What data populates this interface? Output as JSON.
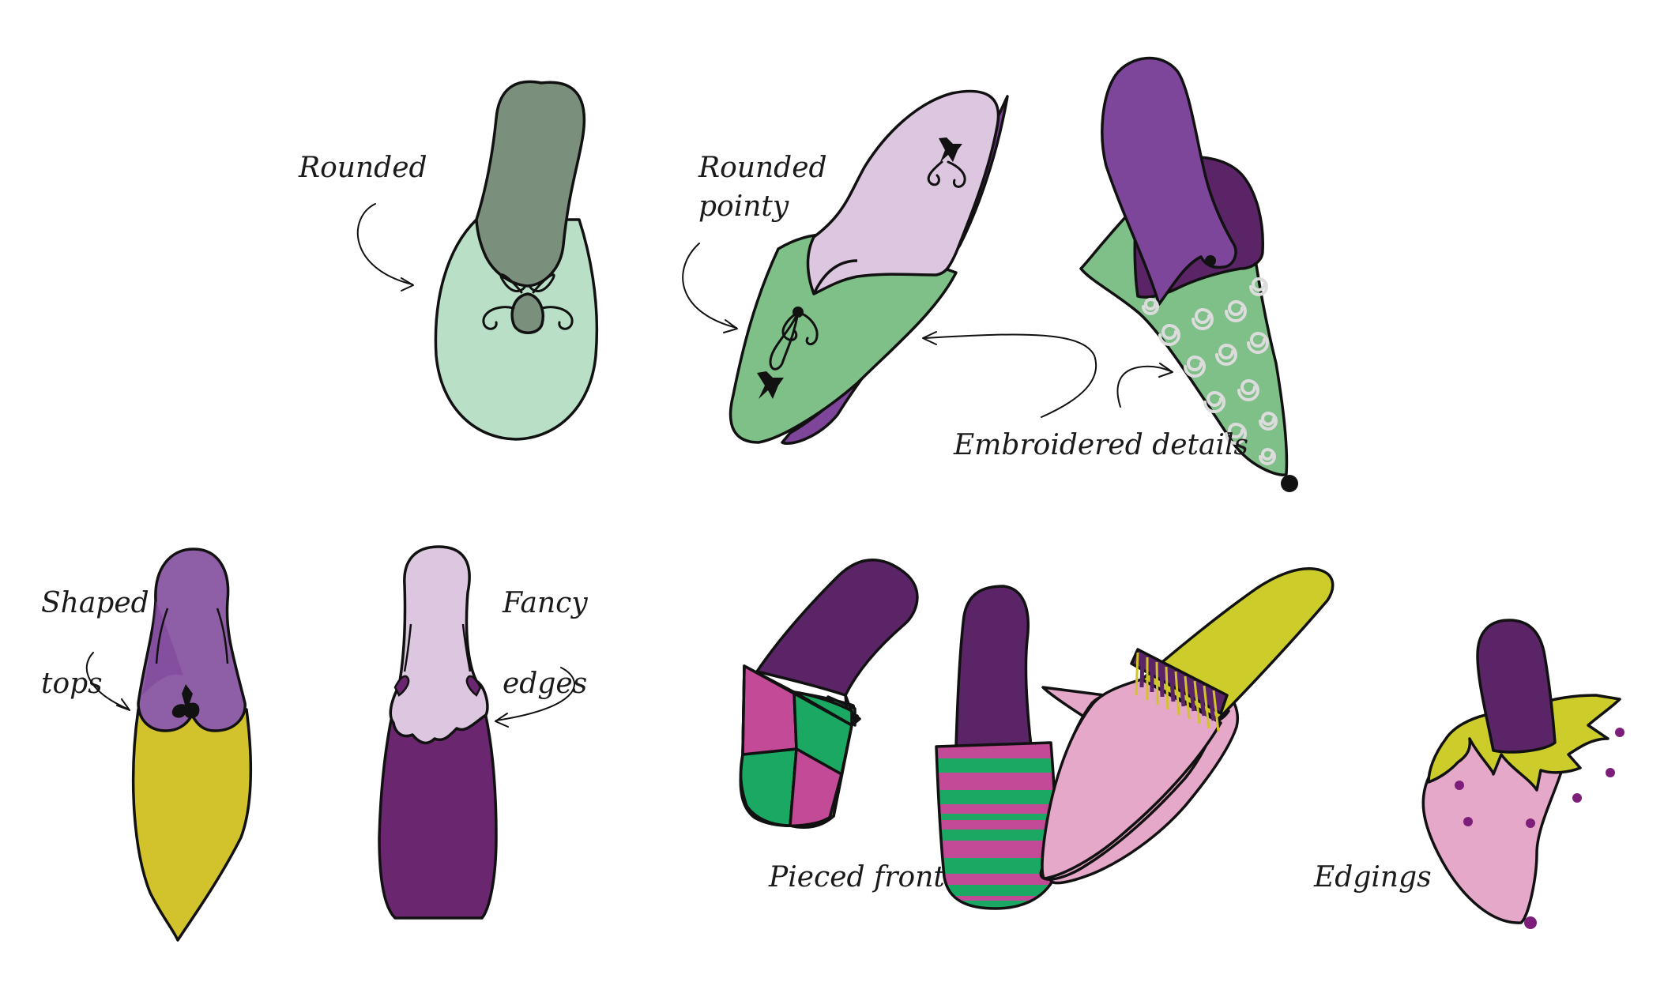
{
  "labels": {
    "rounded": "Rounded",
    "rounded_pointy_1": "Rounded",
    "rounded_pointy_2": "pointy",
    "embroidered": "Embroidered details",
    "shaped_1": "Shaped",
    "shaped_2": "tops",
    "fancy_1": "Fancy",
    "fancy_2": "edges",
    "pieced": "Pieced fronts",
    "edgings": "Edgings"
  },
  "colors": {
    "mint": "#b9e0c6",
    "sage": "#7a8f7c",
    "green": "#7fbf88",
    "lilac": "#ddc7e0",
    "violet": "#7d469a",
    "deep_violet": "#5a2466",
    "plum": "#6b2670",
    "mustard": "#d2c22c",
    "lime": "#cccc2a",
    "pink": "#e6a8c8",
    "magenta": "#c24a96",
    "emerald": "#1aa862",
    "spiral": "#dcdcdc"
  },
  "icons": [
    "rounded-toe-slipper-icon",
    "rounded-pointy-slipper-icon",
    "embroidered-pointed-slipper-icon",
    "shaped-top-slipper-icon",
    "fancy-edge-slipper-icon",
    "checkered-pieced-slipper-icon",
    "striped-pieced-slipper-icon",
    "fringed-edging-slipper-icon",
    "petal-edging-slipper-icon"
  ]
}
